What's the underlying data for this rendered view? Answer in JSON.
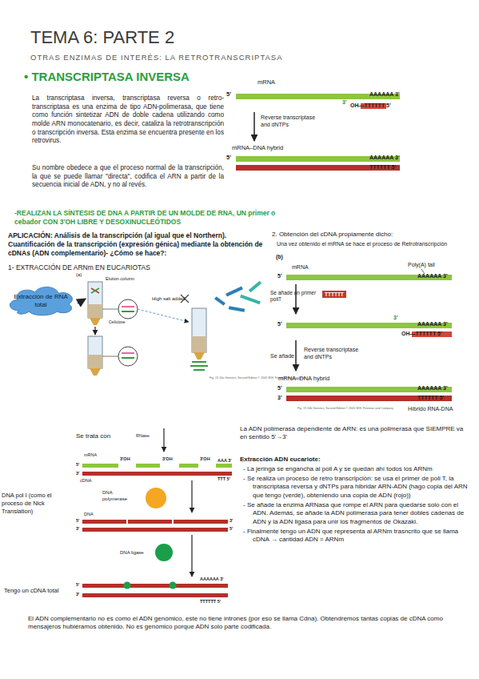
{
  "diagram": {
    "title": "TEMA 6: PARTE 2",
    "nodes": [
      {
        "text": [
          "Extracción de RNA total"
        ]
      },
      {
        "text": [
          "TTTTTT"
        ]
      }
    ],
    "labels": [
      "OTRAS ENZIMAS DE INTERÉS: LA RETROTRANSCRIPTASA",
      "• TRANSCRIPTASA INVERSA",
      "La transcriptasa inversa, transcriptasa reversa o retro-transcriptasa es una enzima de tipo ADN-polimerasa, que tiene como función sintetizar ADN de doble cadena utilizando como molde ARN monocatenario, es decir, cataliza la retrotranscripción o transcripción inversa. Esta enzima se encuentra presente en los retrovirus.",
      "Su nombre obedece a que el proceso normal de la transcripción, la que se puede llamar \"directa\", codifica el ARN a partir de la secuencia inicial de ADN, y no al revés.",
      "mRNA",
      "5'",
      "AAAAAA 3'",
      "3'",
      "OH—TTTTTT 5'",
      "Reverse transcriptase and dNTPs",
      "mRNA–DNA hybrid",
      "5'",
      "AAAAAA 3'",
      "TTTTTT 5'",
      "-REALIZAN LA SÍNTESIS DE DNA A PARTIR DE UN MOLDE DE RNA, UN primer o cebador CON 3'OH LIBRE Y DESOXINUCLEÓTIDOS",
      "APLICACIÓN: Análisis de la transcripción (al igual que el Northern). Cuantificación de la transcripción (expresión génica) mediante la obtención de cDNAs (ADN complementario)- ¿Cómo se hace?:",
      "1- EXTRACCIÓN DE ARNm EN EUCARIOTAS",
      "(a)",
      "Elution column",
      "Cellulose",
      "High salt added",
      "Fig. 19-16a Genetics, Second Edition © 2005 W.H. Freeman and Company",
      "2. Obtención del cDNA propiamente dicho:",
      "Una vez obtenido el mRNA se hace el proceso de Retrotranscripción",
      "(b)",
      "mRNA",
      "Poly(A) tail",
      "5'",
      "AAAAAA 3'",
      "Se añade un primer poliT",
      "5'",
      "3'",
      "AAAAAA 3'",
      "OH—TTTTTT 5'",
      "Se añade",
      "Reverse transcriptase and dNTPs",
      "mRNA–DNA hybrid",
      "5'",
      "AAAAAA 3'",
      "3'",
      "TTTTTT 5'",
      "Fig. 19-16b Genetics, Second Edition © 2005 W.H. Freeman and Company",
      "Híbrido RNA-DNA",
      "Se trata con",
      "RNase",
      "mRNA",
      "5'",
      "3'OH",
      "3'OH",
      "3'OH",
      "AAA 3'",
      "3'",
      "TTT 5'",
      "cDNA",
      "DNA pol I (como el proceso de Nick Translation)",
      "DNA polymerase",
      "DNA",
      "5'",
      "3'",
      "3'",
      "5'",
      "DNA ligase",
      "Tengo un cDNA total",
      "5'",
      "AAAAAA 3'",
      "3'",
      "TTTTTT 5'",
      "La ADN polimerasa dependiente de ARN: es una polimerasa que SIEMPRE va en sentido 5'→3'",
      "Extracción ADN eucariote:",
      "- La jeringa se engancha al poli A y se quedan ahí todos los ARNm",
      "- Se realiza un proceso de retro transcripción: se usa el primer de poli T, la transcriptasa reversa y dNTPs para hibridar ARN-ADN (hago copia del ARN que tengo (verde), obteniendo una copia de ADN (rojo))",
      "- Se añade la enzima ARNasa que rompe el ARN para quedarse solo con el ADN. Además, se añade la ADN polimerasa para tener dobles cadenas de ADN y la ADN ligasa para unir los fragmentos de Okazaki.",
      "- Finalmente tengo un ADN que representa al ARNm trasncrito que se llama cDNA → cantidad ADN = ARNm",
      "El ADN complementario no es como el ADN genómico, este no tiene intrones (por eso se llama Cdna). Obtendremos tantas copias de cDNA como mensajeros hubiéramos obtenido. No es genómico porque ADN solo parte codificada."
    ]
  }
}
